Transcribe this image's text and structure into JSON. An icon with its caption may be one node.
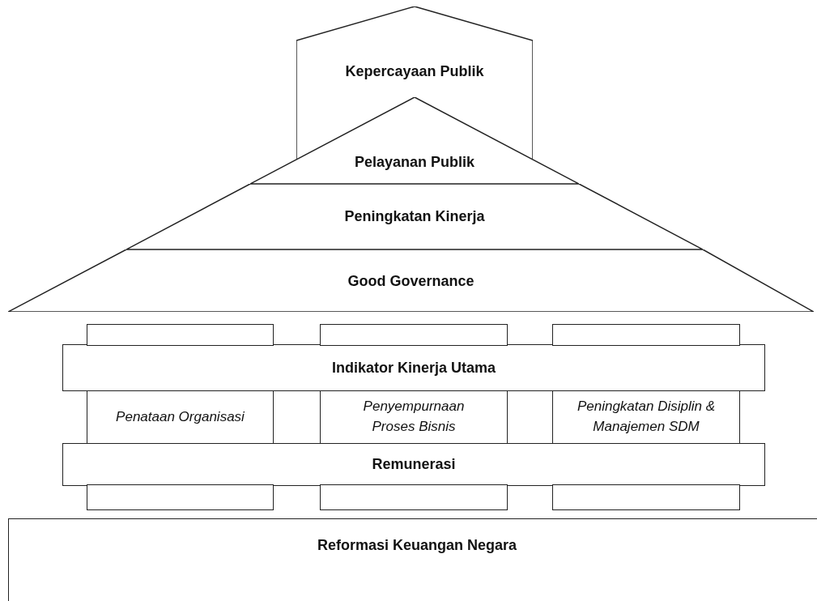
{
  "diagram": {
    "nodes": [
      {
        "text": [
          "Kepercayaan Publik"
        ]
      },
      {
        "text": [
          "Pelayanan Publik"
        ]
      },
      {
        "text": [
          "Peningkatan Kinerja"
        ]
      },
      {
        "text": [
          "Good Governance"
        ]
      },
      {
        "text": [
          "Penataan Organisasi"
        ]
      },
      {
        "text": [
          "Penyempurnaan Proses Bisnis"
        ]
      },
      {
        "text": [
          "Peningkatan Disiplin & Manajemen SDM"
        ]
      },
      {
        "text": [
          "Indikator Kinerja Utama"
        ]
      },
      {
        "text": [
          "Remunerasi"
        ]
      },
      {
        "text": [
          "Reformasi Keuangan Negara"
        ]
      },
      {
        "text": [],
        "shape": "box"
      },
      {
        "text": [],
        "shape": "box"
      },
      {
        "text": [],
        "shape": "box"
      },
      {
        "text": [],
        "shape": "box"
      },
      {
        "text": [],
        "shape": "box"
      },
      {
        "text": [],
        "shape": "box"
      }
    ]
  }
}
